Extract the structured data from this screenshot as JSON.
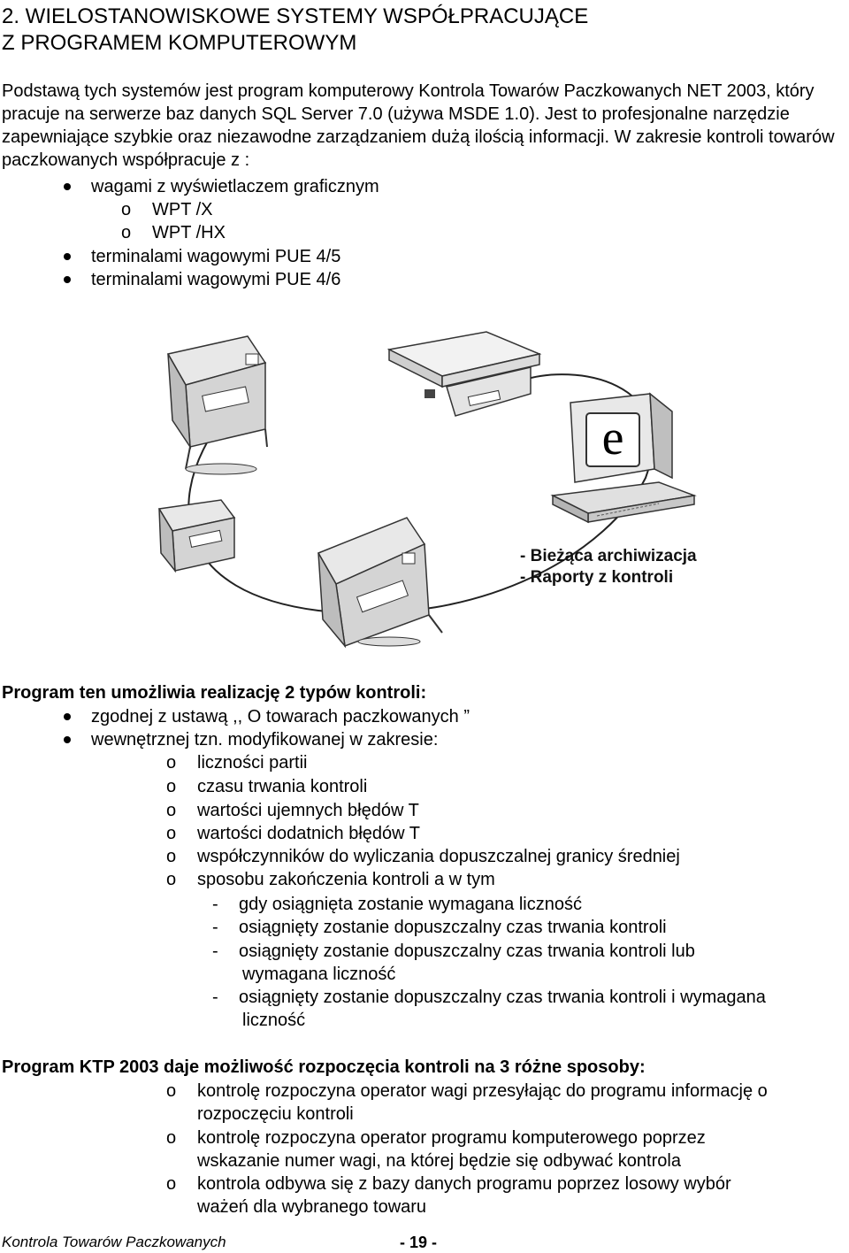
{
  "heading": {
    "line1": "2. WIELOSTANOWISKOWE SYSTEMY WSPÓŁPRACUJĄCE",
    "line2": "Z PROGRAMEM KOMPUTEROWYM"
  },
  "intro": {
    "paragraph": "Podstawą tych systemów jest program komputerowy Kontrola Towarów Paczkowanych NET 2003, który pracuje na serwerze baz danych SQL Server 7.0 (używa MSDE 1.0). Jest to profesjonalne narzędzie zapewniające szybkie oraz niezawodne zarządzaniem dużą ilością informacji. W zakresie kontroli towarów paczkowanych współpracuje z :"
  },
  "cooperates": [
    {
      "marker": "bullet",
      "text": "wagami z wyświetlaczem graficznym"
    },
    {
      "marker": "o",
      "text": "WPT /X"
    },
    {
      "marker": "o",
      "text": "WPT /HX"
    },
    {
      "marker": "bullet",
      "text": "terminalami wagowymi PUE 4/5"
    },
    {
      "marker": "bullet",
      "text": "terminalami wagowymi PUE 4/6"
    }
  ],
  "diagram": {
    "computer_logo": "e",
    "labels": [
      "- Bieżąca archiwizacja",
      "- Raporty z kontroli"
    ]
  },
  "section1": {
    "title": "Program ten umożliwia realizację 2 typów kontroli:",
    "items": [
      {
        "marker": "bullet",
        "text": "zgodnej z ustawą ,, O towarach paczkowanych ”"
      },
      {
        "marker": "bullet",
        "text": "wewnętrznej tzn. modyfikowanej w zakresie:"
      },
      {
        "marker": "o",
        "text": "liczności partii"
      },
      {
        "marker": "o",
        "text": "czasu trwania kontroli"
      },
      {
        "marker": "o",
        "text": "wartości ujemnych błędów T"
      },
      {
        "marker": "o",
        "text": "wartości dodatnich błędów T"
      },
      {
        "marker": "o",
        "text": "współczynników do wyliczania dopuszczalnej granicy średniej"
      },
      {
        "marker": "o",
        "text": "sposobu zakończenia kontroli a w tym"
      },
      {
        "marker": "-",
        "text": "gdy osiągnięta zostanie wymagana liczność"
      },
      {
        "marker": "-",
        "text": "osiągnięty zostanie dopuszczalny czas trwania kontroli"
      },
      {
        "marker": "-",
        "text": "osiągnięty zostanie dopuszczalny czas trwania kontroli lub"
      },
      {
        "marker": "",
        "text": "wymagana liczność"
      },
      {
        "marker": "-",
        "text": "osiągnięty zostanie dopuszczalny czas trwania kontroli i wymagana"
      },
      {
        "marker": "",
        "text": "liczność"
      }
    ]
  },
  "section2": {
    "title": "Program KTP 2003 daje możliwość rozpoczęcia kontroli na 3 różne sposoby:",
    "items": [
      {
        "marker": "o",
        "text": "kontrolę rozpoczyna operator wagi przesyłając do programu informację o"
      },
      {
        "marker": "",
        "text": "rozpoczęciu kontroli"
      },
      {
        "marker": "o",
        "text": "kontrolę rozpoczyna operator programu komputerowego poprzez"
      },
      {
        "marker": "",
        "text": "wskazanie numer wagi, na której będzie się odbywać kontrola"
      },
      {
        "marker": "o",
        "text": "kontrola odbywa się z bazy danych programu poprzez losowy wybór"
      },
      {
        "marker": "",
        "text": "ważeń dla wybranego towaru"
      }
    ]
  },
  "footer": {
    "left": "Kontrola Towarów Paczkowanych",
    "page": "- 19 -"
  }
}
